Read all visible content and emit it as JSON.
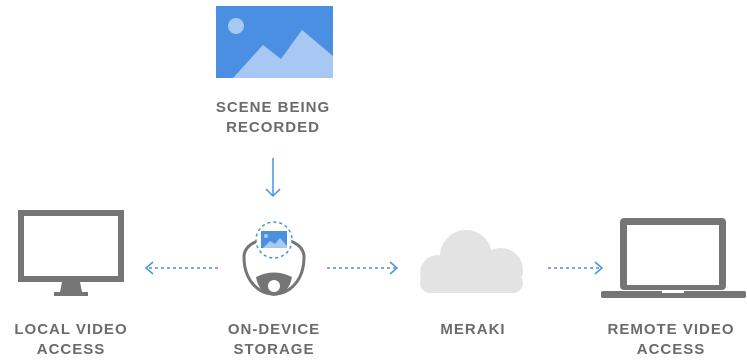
{
  "labels": {
    "scene": [
      "SCENE BEING",
      "RECORDED"
    ],
    "local": [
      "LOCAL VIDEO",
      "ACCESS"
    ],
    "storage": [
      "ON-DEVICE",
      "STORAGE"
    ],
    "meraki": [
      "MERAKI"
    ],
    "remote": [
      "REMOTE VIDEO",
      "ACCESS"
    ]
  },
  "colors": {
    "accent": "#4a8fe2",
    "accent_light": "#a7c8f2",
    "label_text": "#6b6b6b",
    "device_gray": "#757575",
    "cloud_gray": "#e3e3e3"
  },
  "icons": [
    "landscape-image-icon",
    "monitor-icon",
    "camera-icon",
    "cloud-icon",
    "laptop-icon",
    "arrow-down-icon",
    "arrow-left-icon",
    "arrow-right-icon"
  ]
}
